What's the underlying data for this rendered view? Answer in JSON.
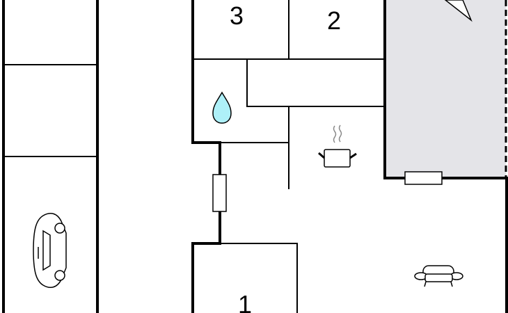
{
  "plan": {
    "rooms": [
      {
        "id": "room-3",
        "label": "3"
      },
      {
        "id": "room-2",
        "label": "2"
      },
      {
        "id": "room-1",
        "label": "1"
      }
    ],
    "icons": [
      "car-icon",
      "water-drop-icon",
      "cooking-pot-icon",
      "sofa-icon",
      "compass-arrow-icon"
    ],
    "colors": {
      "terrace": "#e4e4e8",
      "water": "#aef0f8",
      "wall": "#000000"
    }
  }
}
